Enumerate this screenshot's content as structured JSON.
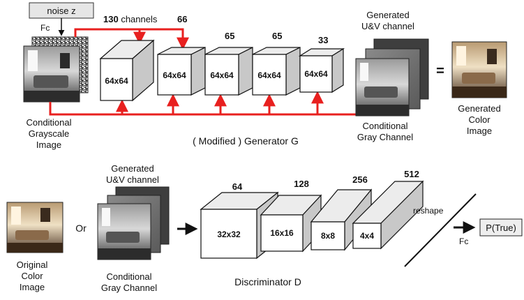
{
  "generator": {
    "noise_label": "noise z",
    "fc_label": "Fc",
    "channels_label_num": "130",
    "channels_label_text": " channels",
    "channel_counts": [
      "66",
      "65",
      "65",
      "33"
    ],
    "block_labels": [
      "64x64",
      "64x64",
      "64x64",
      "64x64",
      "64x64"
    ],
    "input_caption": [
      "Conditional",
      "Grayscale",
      "Image"
    ],
    "output_top_caption": [
      "Generated",
      "U&V channel"
    ],
    "output_bottom_caption": [
      "Conditional",
      "Gray Channel"
    ],
    "equals": "=",
    "result_caption": [
      "Generated",
      "Color",
      "Image"
    ],
    "title": "( Modified ) Generator G"
  },
  "discriminator": {
    "original_caption": [
      "Original",
      "Color",
      "Image"
    ],
    "or_label": "Or",
    "stack_top_caption": [
      "Generated",
      "U&V channel"
    ],
    "stack_bottom_caption": [
      "Conditional",
      "Gray Channel"
    ],
    "channel_counts": [
      "64",
      "128",
      "256",
      "512"
    ],
    "block_labels": [
      "32x32",
      "16x16",
      "8x8",
      "4x4"
    ],
    "reshape_label": "reshape",
    "fc_label": "Fc",
    "output_label": "P(True)",
    "title": "Discriminator D"
  },
  "colors": {
    "arrow_red": "#e8201f",
    "block_front": "#ffffff",
    "block_top": "#ececec",
    "block_side": "#c8c8c8"
  }
}
